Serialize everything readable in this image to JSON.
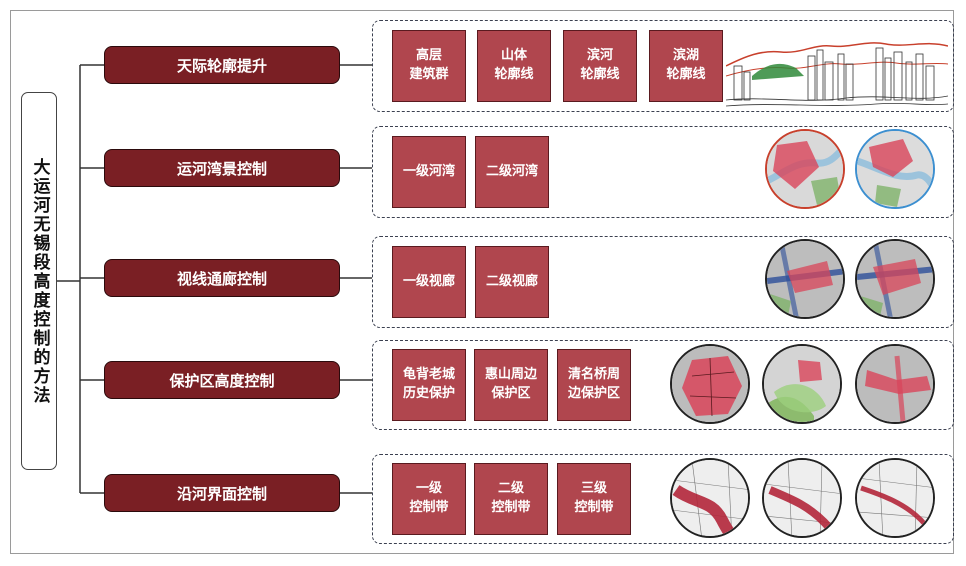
{
  "root": {
    "label": "大运河无锡段高度控制的方法"
  },
  "branches": [
    {
      "label": "天际轮廓提升",
      "items": [
        "高层\n建筑群",
        "山体\n轮廓线",
        "滨河\n轮廓线",
        "滨湖\n轮廓线"
      ],
      "image": "skyline-sketch"
    },
    {
      "label": "运河湾景控制",
      "items": [
        "一级河湾",
        "二级河湾"
      ],
      "image": "river-bend-maps"
    },
    {
      "label": "视线通廊控制",
      "items": [
        "一级视廊",
        "二级视廊"
      ],
      "image": "sightline-maps"
    },
    {
      "label": "保护区高度控制",
      "items": [
        "龟背老城\n历史保护",
        "惠山周边\n保护区",
        "清名桥周\n边保护区"
      ],
      "image": "protection-zone-maps"
    },
    {
      "label": "沿河界面控制",
      "items": [
        "一级\n控制带",
        "二级\n控制带",
        "三级\n控制带"
      ],
      "image": "riverside-interface-maps"
    }
  ],
  "colors": {
    "branch_fill": "#7a1f24",
    "leaf_fill": "#b0464e",
    "connector": "#333333",
    "group_border": "#3b4050"
  }
}
